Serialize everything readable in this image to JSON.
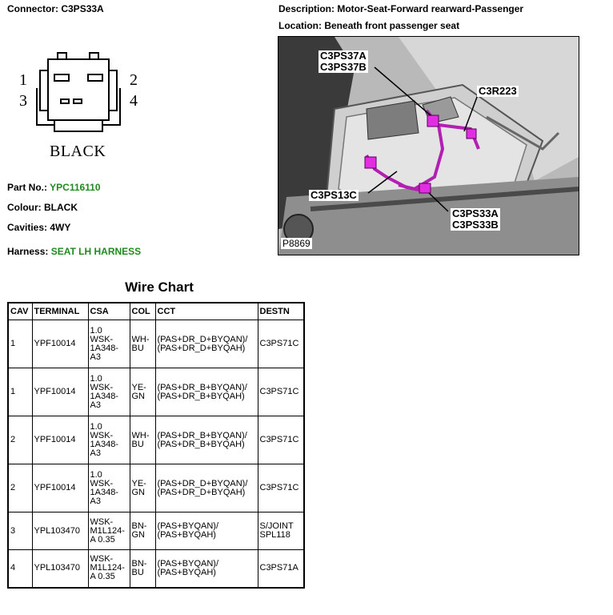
{
  "connector": {
    "label": "Connector:",
    "value": "C3PS33A"
  },
  "description": {
    "label": "Description:",
    "value": "Motor-Seat-Forward rearward-Passenger"
  },
  "location": {
    "label": "Location:",
    "value": "Beneath front passenger seat"
  },
  "diagram": {
    "colour_label": "BLACK",
    "pins": [
      "1",
      "2",
      "3",
      "4"
    ]
  },
  "details": {
    "part_no": {
      "label": "Part No.:",
      "value": "YPC116110"
    },
    "colour": {
      "label": "Colour:",
      "value": "BLACK"
    },
    "cavities": {
      "label": "Cavities:",
      "value": "4WY"
    },
    "harness": {
      "label": "Harness:",
      "value": "SEAT LH HARNESS"
    }
  },
  "photo": {
    "callouts": {
      "c3ps37": [
        "C3PS37A",
        "C3PS37B"
      ],
      "c3r223": "C3R223",
      "c3ps13c": "C3PS13C",
      "c3ps33": [
        "C3PS33A",
        "C3PS33B"
      ]
    },
    "ref": "P8869"
  },
  "wire_chart": {
    "title": "Wire Chart",
    "headers": [
      "CAV",
      "TERMINAL",
      "CSA",
      "COL",
      "CCT",
      "DESTN"
    ],
    "rows": [
      {
        "cav": "1",
        "terminal": "YPF10014",
        "csa": [
          "1.0",
          "WSK-",
          "1A348-",
          "A3"
        ],
        "col": [
          "WH-",
          "BU"
        ],
        "cct": [
          "(PAS+DR_D+BYQAN)/",
          "(PAS+DR_D+BYQAH)"
        ],
        "destn": [
          "C3PS71C"
        ]
      },
      {
        "cav": "1",
        "terminal": "YPF10014",
        "csa": [
          "1.0",
          "WSK-",
          "1A348-",
          "A3"
        ],
        "col": [
          "YE-",
          "GN"
        ],
        "cct": [
          "(PAS+DR_B+BYQAN)/",
          "(PAS+DR_B+BYQAH)"
        ],
        "destn": [
          "C3PS71C"
        ]
      },
      {
        "cav": "2",
        "terminal": "YPF10014",
        "csa": [
          "1.0",
          "WSK-",
          "1A348-",
          "A3"
        ],
        "col": [
          "WH-",
          "BU"
        ],
        "cct": [
          "(PAS+DR_B+BYQAN)/",
          "(PAS+DR_B+BYQAH)"
        ],
        "destn": [
          "C3PS71C"
        ]
      },
      {
        "cav": "2",
        "terminal": "YPF10014",
        "csa": [
          "1.0",
          "WSK-",
          "1A348-",
          "A3"
        ],
        "col": [
          "YE-",
          "GN"
        ],
        "cct": [
          "(PAS+DR_D+BYQAN)/",
          "(PAS+DR_D+BYQAH)"
        ],
        "destn": [
          "C3PS71C"
        ]
      },
      {
        "cav": "3",
        "terminal": "YPL103470",
        "csa": [
          "WSK-",
          "M1L124-",
          "A 0.35"
        ],
        "col": [
          "BN-",
          "GN"
        ],
        "cct": [
          "(PAS+BYQAN)/",
          "(PAS+BYQAH)"
        ],
        "destn": [
          "S/JOINT",
          "SPL118"
        ]
      },
      {
        "cav": "4",
        "terminal": "YPL103470",
        "csa": [
          "WSK-",
          "M1L124-",
          "A 0.35"
        ],
        "col": [
          "BN-",
          "BU"
        ],
        "cct": [
          "(PAS+BYQAN)/",
          "(PAS+BYQAH)"
        ],
        "destn": [
          "C3PS71A"
        ]
      }
    ]
  }
}
